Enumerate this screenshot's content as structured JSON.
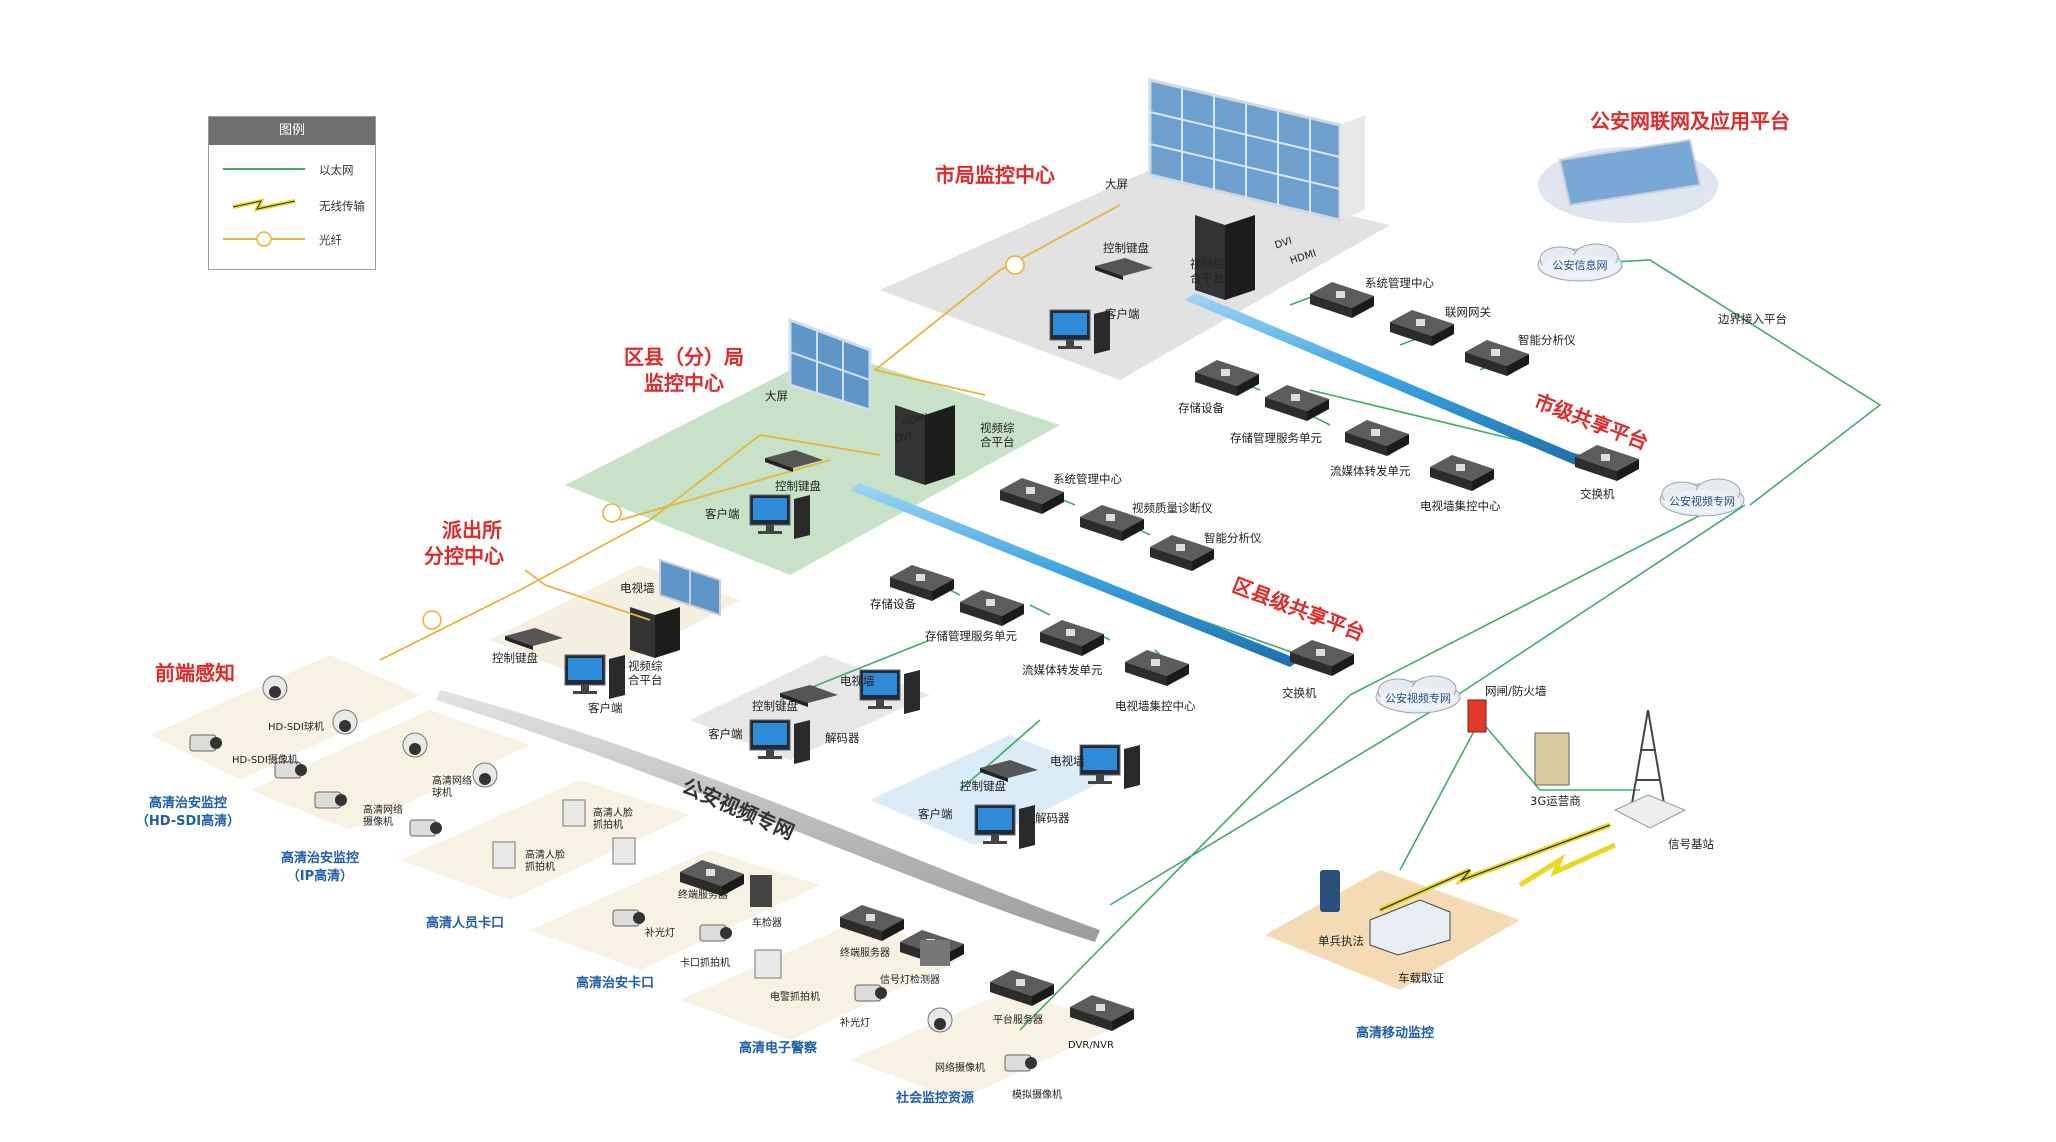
{
  "legend": {
    "title": "图例",
    "items": [
      {
        "label": "以太网",
        "kind": "ethernet"
      },
      {
        "label": "无线传输",
        "kind": "wireless"
      },
      {
        "label": "光纤",
        "kind": "fiber"
      }
    ]
  },
  "titles": {
    "city_center": "市局监控中心",
    "district_center_l1": "区县（分）局",
    "district_center_l2": "监控中心",
    "police_station_l1": "派出所",
    "police_station_l2": "分控中心",
    "frontend": "前端感知",
    "public_app": "公安网联网及应用平台",
    "city_share": "市级共享平台",
    "district_share": "区县级共享平台"
  },
  "city_center": {
    "big_screen": "大屏",
    "control_keyboard": "控制键盘",
    "video_platform": "视频综\n合平台",
    "client": "客户端",
    "dvi": "DVI",
    "hdmi": "HDMI"
  },
  "city_platform": {
    "system_mgmt": "系统管理中心",
    "gateway": "联网网关",
    "intelligent": "智能分析仪",
    "storage": "存储设备",
    "storage_mgmt": "存储管理服务单元",
    "streaming": "流媒体转发单元",
    "tv_wall": "电视墙集控中心",
    "switch": "交换机"
  },
  "district_center": {
    "big_screen": "大屏",
    "hdmi": "HDMI",
    "dvi": "DVI",
    "video_platform": "视频综\n合平台",
    "control_keyboard": "控制键盘",
    "client": "客户端"
  },
  "district_platform": {
    "system_mgmt": "系统管理中心",
    "quality": "视频质量诊断仪",
    "intelligent": "智能分析仪",
    "storage": "存储设备",
    "storage_mgmt": "存储管理服务单元",
    "streaming": "流媒体转发单元",
    "tv_wall": "电视墙集控中心",
    "switch": "交换机"
  },
  "police_station": {
    "tv_wall": "电视墙",
    "control_keyboard": "控制键盘",
    "video_platform": "视频综\n合平台",
    "client": "客户端"
  },
  "gray_group": {
    "control_keyboard": "控制键盘",
    "tv_wall": "电视墙",
    "client": "客户端",
    "decoder": "解码器"
  },
  "blue_group": {
    "control_keyboard": "控制键盘",
    "tv_wall": "电视墙",
    "client": "客户端",
    "decoder": "解码器"
  },
  "network": {
    "police_info_net": "公安信息网",
    "boundary_platform": "边界接入平台",
    "police_video_net_right": "公安视频专网",
    "police_video_net_mid": "公安视频专网",
    "police_video_net_band": "公安视频专网",
    "gateway_firewall": "网闸/防火墙",
    "operator_3g": "3G运营商",
    "base_station": "信号基站"
  },
  "mobile": {
    "single_soldier": "单兵执法",
    "vehicle": "车载取证",
    "caption": "高清移动监控"
  },
  "frontend": {
    "hdsdi_dome": "HD-SDI球机",
    "hdsdi_camera": "HD-SDI摄像机",
    "hdsdi_caption": "高清治安监控\n（HD-SDI高清）",
    "ip_dome": "高清网络\n球机",
    "ip_camera": "高清网络\n摄像机",
    "ip_caption": "高清治安监控\n（IP高清）",
    "face1": "高清人脸\n抓拍机",
    "face2": "高清人脸\n抓拍机",
    "face_caption": "高清人员卡口",
    "terminal_server": "终端服务器",
    "vehicle_detector": "车检器",
    "fill_light1": "补光灯",
    "checkpoint_cam": "卡口抓拍机",
    "checkpoint_caption": "高清治安卡口",
    "terminal_server2": "终端服务器",
    "police_cam": "电警抓拍机",
    "signal_detector": "信号灯检测器",
    "fill_light2": "补光灯",
    "police_caption": "高清电子警察",
    "platform_server": "平台服务器",
    "dvr": "DVR/NVR",
    "network_cam": "网络摄像机",
    "analog_cam": "模拟摄像机",
    "social_caption": "社会监控资源"
  },
  "colors": {
    "ethernet": "#3fae6a",
    "fiber": "#e8b53a",
    "title_red": "#e02a2a",
    "caption_blue": "#1f5ea8",
    "backbone": "#3aa2e0"
  }
}
